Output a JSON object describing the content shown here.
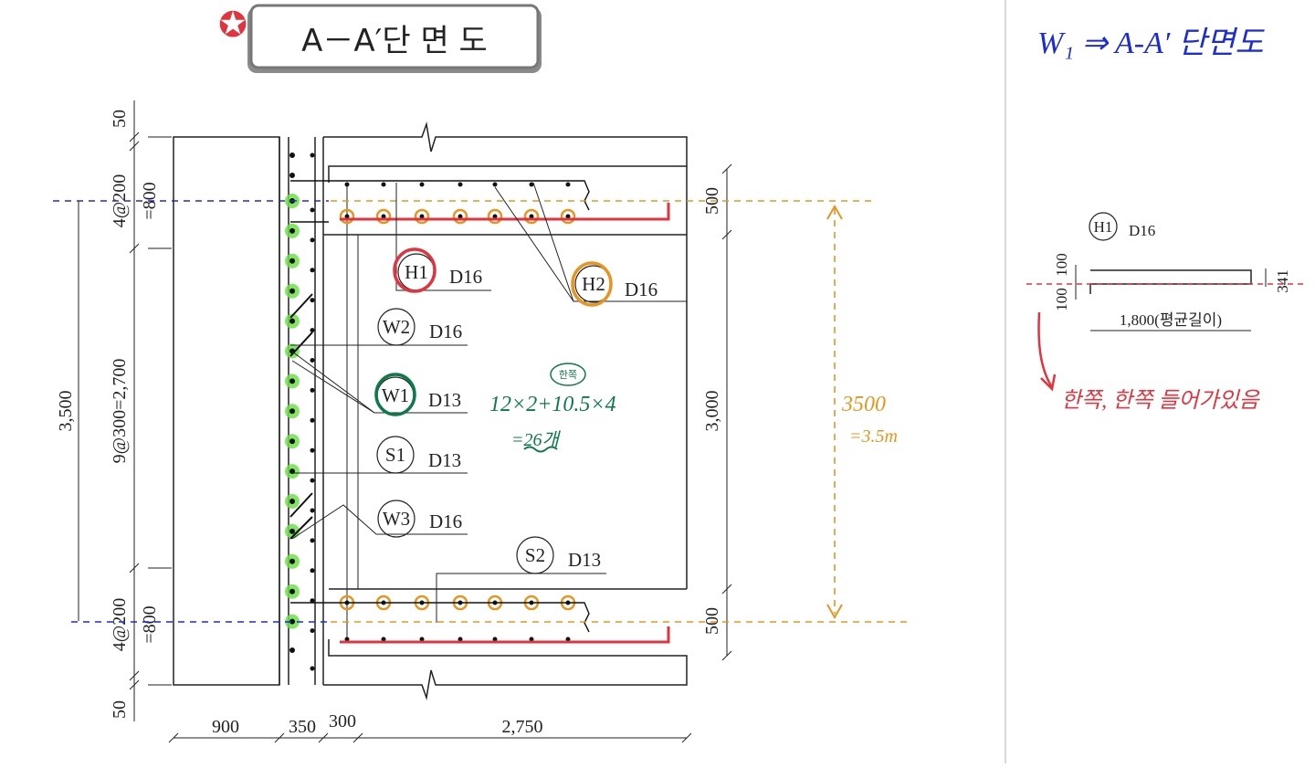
{
  "title": "A－A′단 면 도",
  "dims": {
    "top_50": "50",
    "top_4at200": "4@200",
    "top_eq800": "=800",
    "mid_9at300": "9@300=2,700",
    "bot_4at200": "4@200",
    "bot_eq800": "=800",
    "bot_50": "50",
    "total_3500": "3,500",
    "right_500_top": "500",
    "right_3000": "3,000",
    "right_500_bot": "500",
    "b_900": "900",
    "b_350": "350",
    "b_300": "300",
    "b_2750": "2,750"
  },
  "bars": {
    "h1": {
      "mark": "H1",
      "size": "D16"
    },
    "h2": {
      "mark": "H2",
      "size": "D16"
    },
    "w2": {
      "mark": "W2",
      "size": "D16"
    },
    "w1": {
      "mark": "W1",
      "size": "D13"
    },
    "s1": {
      "mark": "S1",
      "size": "D13"
    },
    "w3": {
      "mark": "W3",
      "size": "D16"
    },
    "s2": {
      "mark": "S2",
      "size": "D13"
    }
  },
  "annotations": {
    "calc_note": "한쪽",
    "calc_line1": "12×2+10.5×4",
    "calc_line2": "=26개",
    "height_line1": "3500",
    "height_line2": "=3.5m",
    "top_note": "W₁ ⇒ A-A′ 단면도",
    "side_note": "한쪽, 한쪽 들어가있음"
  },
  "detail": {
    "mark": "H1",
    "size": "D16",
    "dim_top_100": "100",
    "dim_bot_100": "100",
    "dim_right": "341",
    "length": "1,800(평균길이)"
  },
  "colors": {
    "blue": "#1b2bd6",
    "orange": "#e8951f",
    "green": "#0e7a4a",
    "red": "#e0353f",
    "bright_green": "#6fe04a"
  }
}
